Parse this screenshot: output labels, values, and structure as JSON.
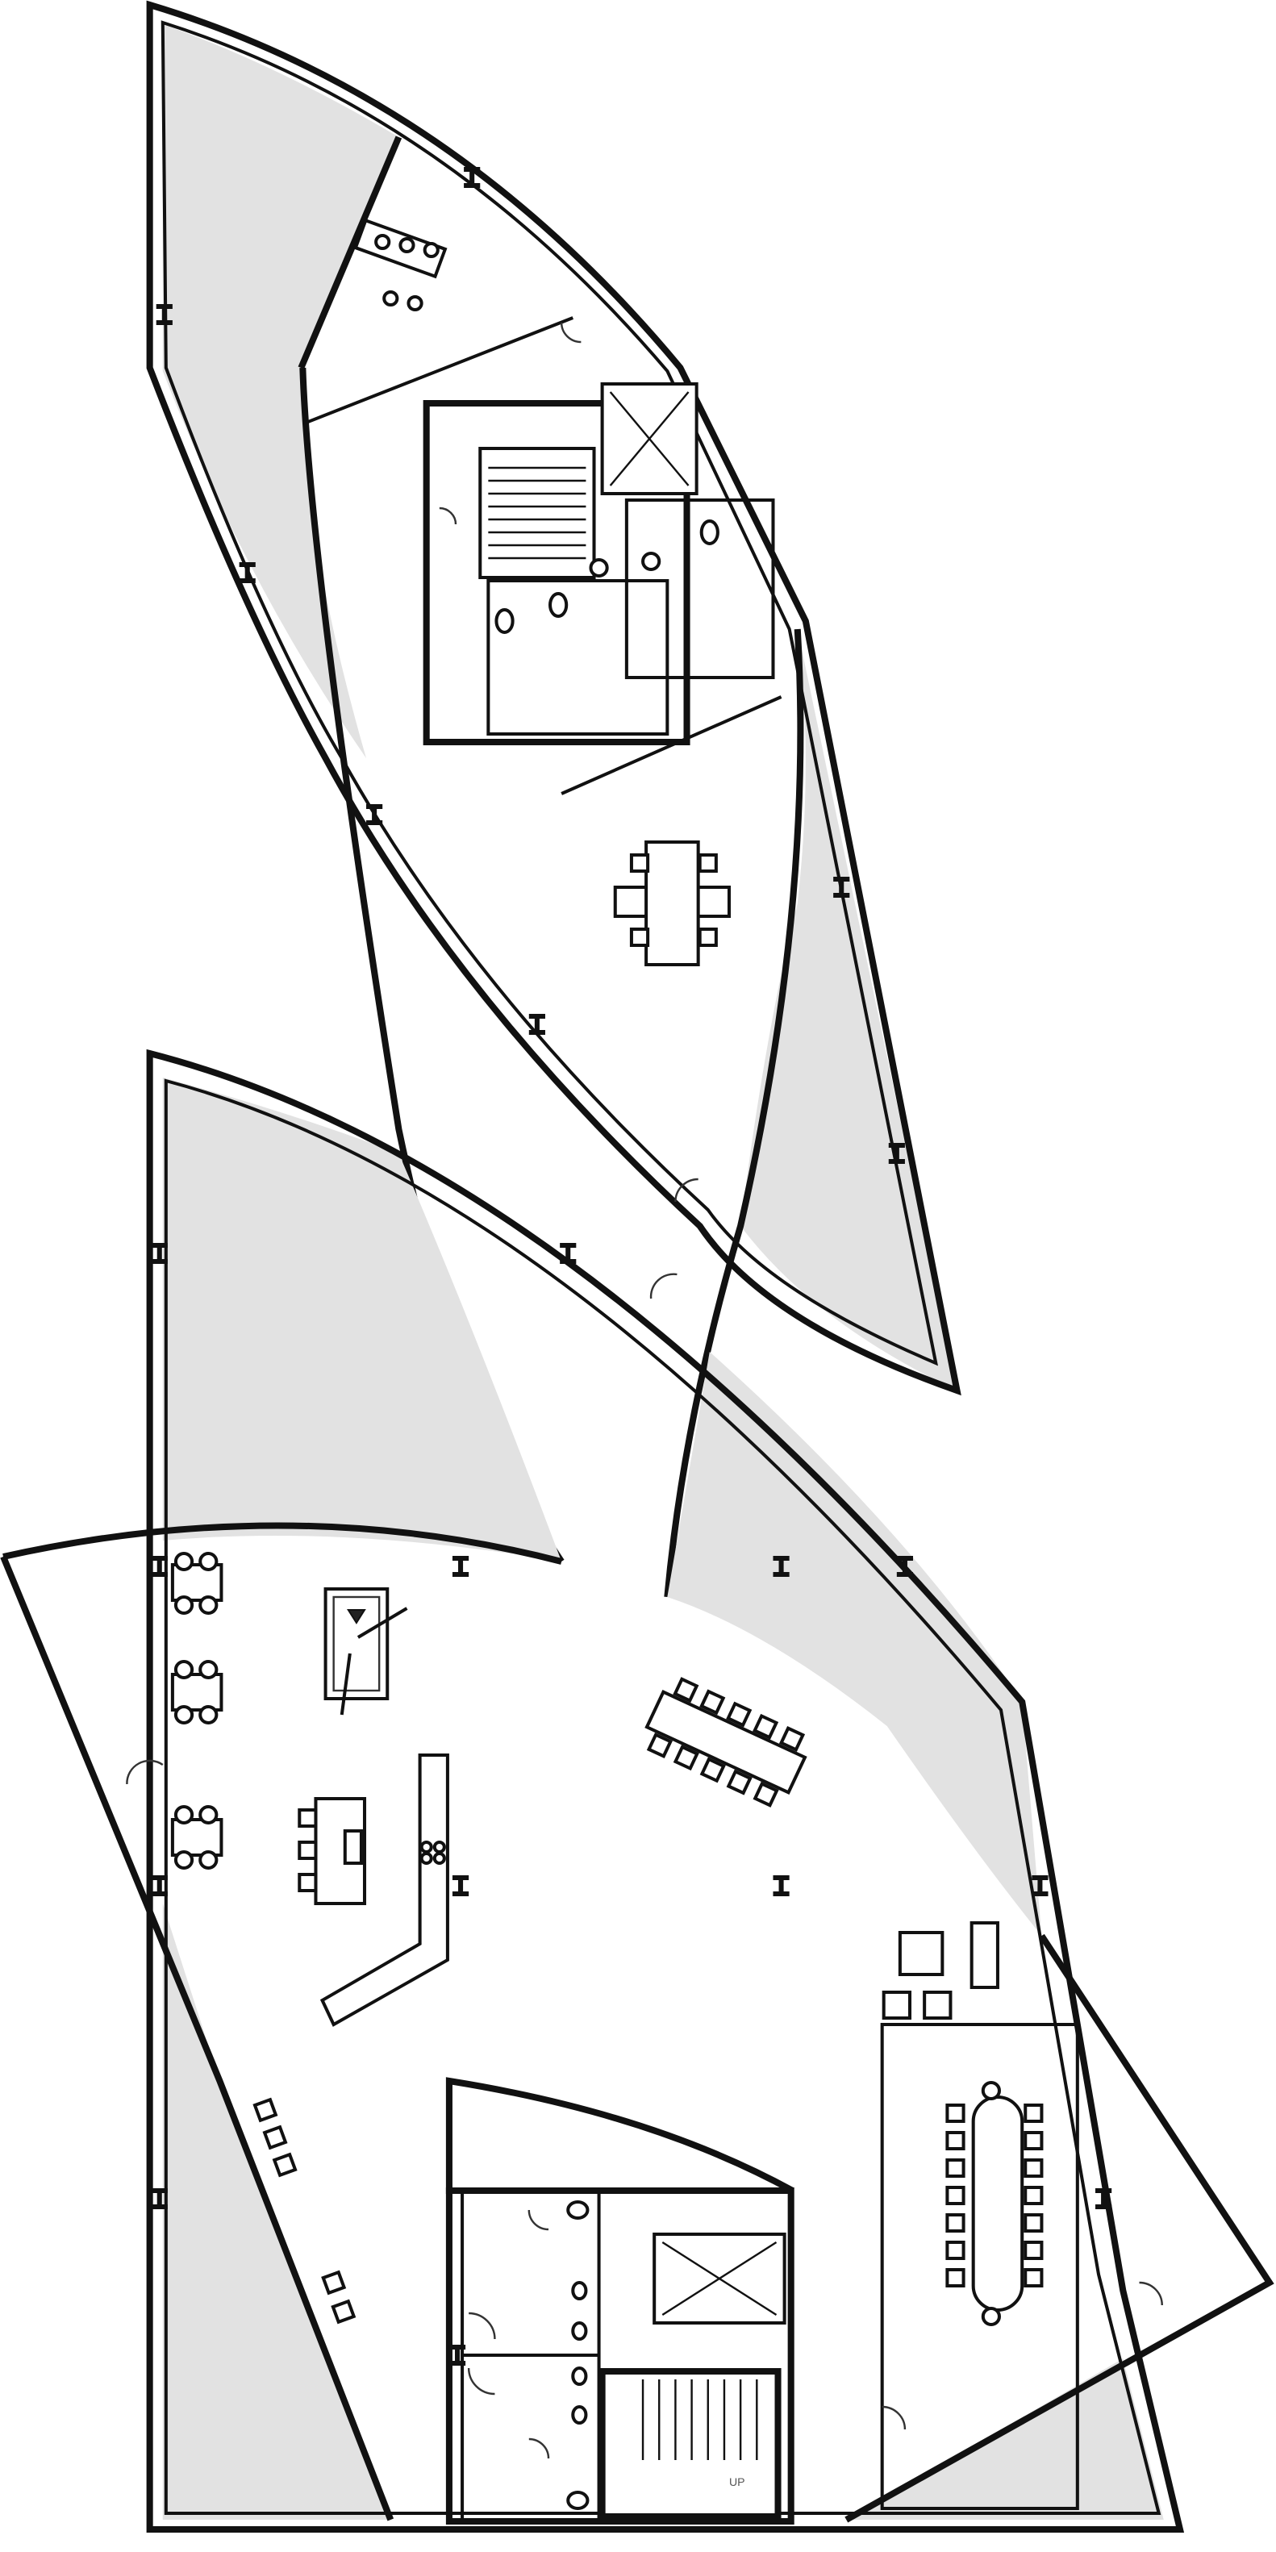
{
  "drawing": {
    "type": "architectural floor plan",
    "levels": [
      "upper-floor-plate",
      "lower-floor-plate"
    ],
    "colors": {
      "shaded_void": "#e2e2e2",
      "line": "#111111",
      "background": "#ffffff"
    }
  },
  "labels": {
    "stair_tag": "UP"
  },
  "icons": {
    "elevator": "elevator-shaft-icon",
    "stair": "stair-icon",
    "toilet": "toilet-icon",
    "door": "door-swing-icon",
    "column": "column-icon"
  }
}
